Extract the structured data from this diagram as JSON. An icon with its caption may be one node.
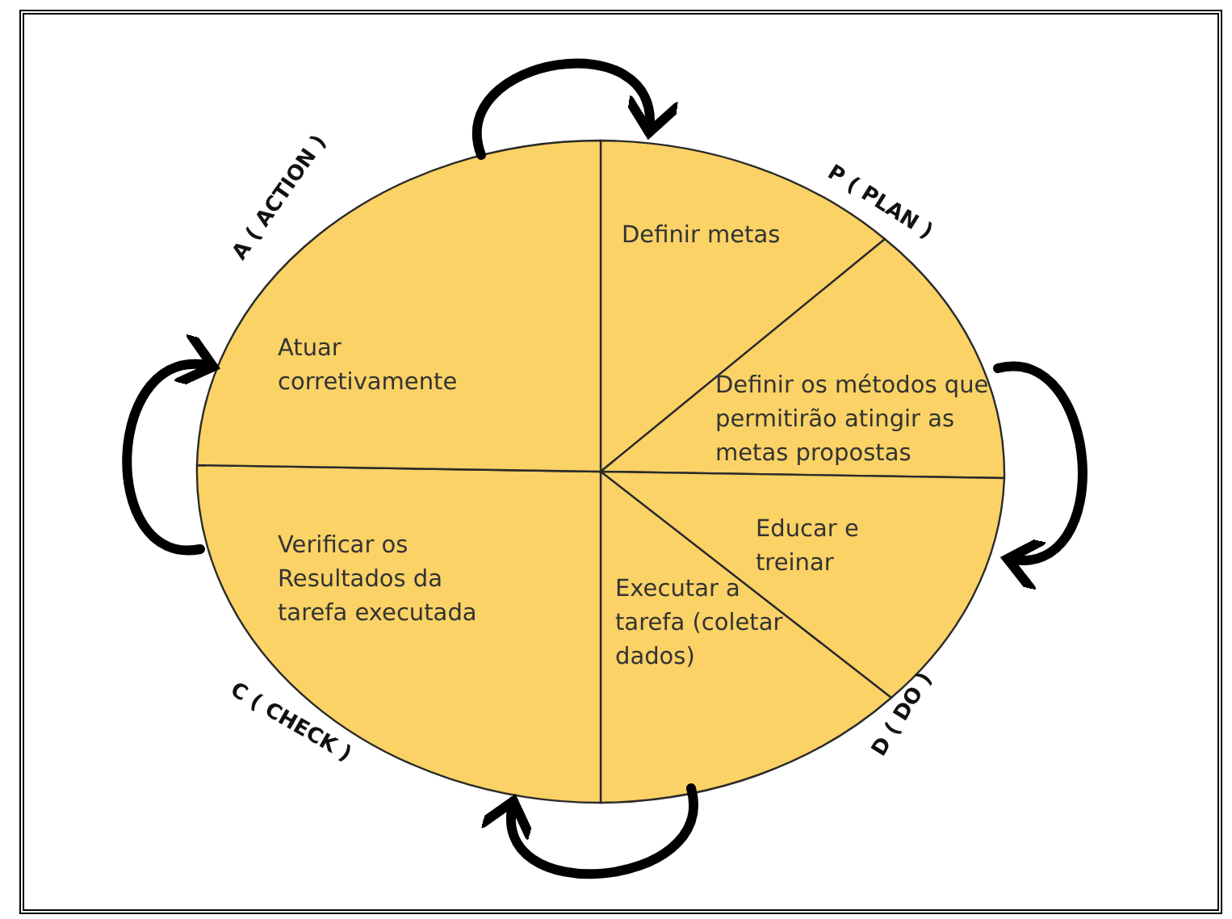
{
  "diagram": {
    "nodes": [
      {
        "text": [
          "Definir metas"
        ]
      },
      {
        "text": [
          "Definir os métodos que permitirão atingir as metas propostas"
        ]
      },
      {
        "text": [
          "Educar e treinar"
        ]
      },
      {
        "text": [
          "Executar a tarefa (coletar dados)"
        ]
      },
      {
        "text": [
          "Verificar os Resultados da tarefa executada"
        ]
      },
      {
        "text": [
          "Atuar corretivamente"
        ]
      }
    ],
    "edges": [
      {
        "from": 5,
        "to": 0,
        "arrow": "to"
      },
      {
        "from": 1,
        "to": 2,
        "arrow": "to"
      },
      {
        "from": 3,
        "to": 4,
        "arrow": "to"
      },
      {
        "from": 4,
        "to": 5,
        "arrow": "to"
      }
    ],
    "labels": [
      "A ( ACTION )",
      "P ( PLAN )",
      "C ( CHECK )",
      "D ( DO )"
    ]
  }
}
